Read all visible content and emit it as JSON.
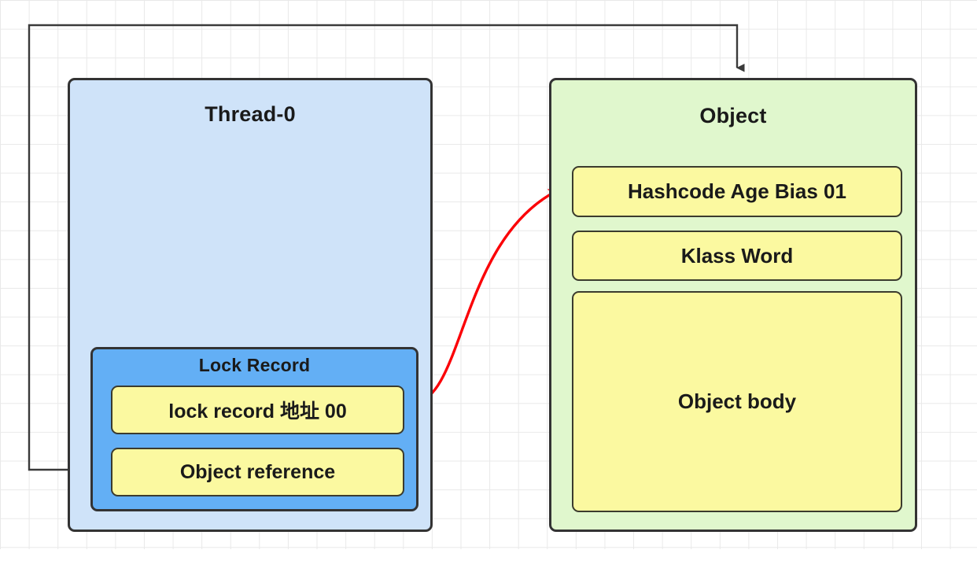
{
  "diagram": {
    "title_hidden": "",
    "background": {
      "grid": true,
      "grid_color": "#e9e9e9",
      "page_color": "#ffffff"
    },
    "thread_panel": {
      "title": "Thread-0",
      "fill": "#cfe3f9",
      "border": "#333333",
      "lock_record": {
        "title": "Lock Record",
        "fill": "#63aff5",
        "rows": [
          {
            "label": "lock record 地址 00",
            "fill": "#fbf9a0"
          },
          {
            "label": "Object reference",
            "fill": "#fbf9a0"
          }
        ]
      }
    },
    "object_panel": {
      "title": "Object",
      "fill": "#e0f7cd",
      "border": "#333333",
      "rows": [
        {
          "label": "Hashcode Age Bias 01",
          "fill": "#fbf9a0"
        },
        {
          "label": "Klass Word",
          "fill": "#fbf9a0"
        },
        {
          "label": "Object body",
          "fill": "#fbf9a0"
        }
      ]
    },
    "connectors": [
      {
        "name": "object-reference-to-object",
        "style": "orthogonal",
        "color": "#404040",
        "arrow": "single",
        "from": "Object reference",
        "to": "Object"
      },
      {
        "name": "lock-record-to-mark-word",
        "style": "curved",
        "color": "#ff0000",
        "arrow": "double",
        "from": "lock record 地址 00",
        "to": "Hashcode Age Bias 01"
      }
    ]
  }
}
